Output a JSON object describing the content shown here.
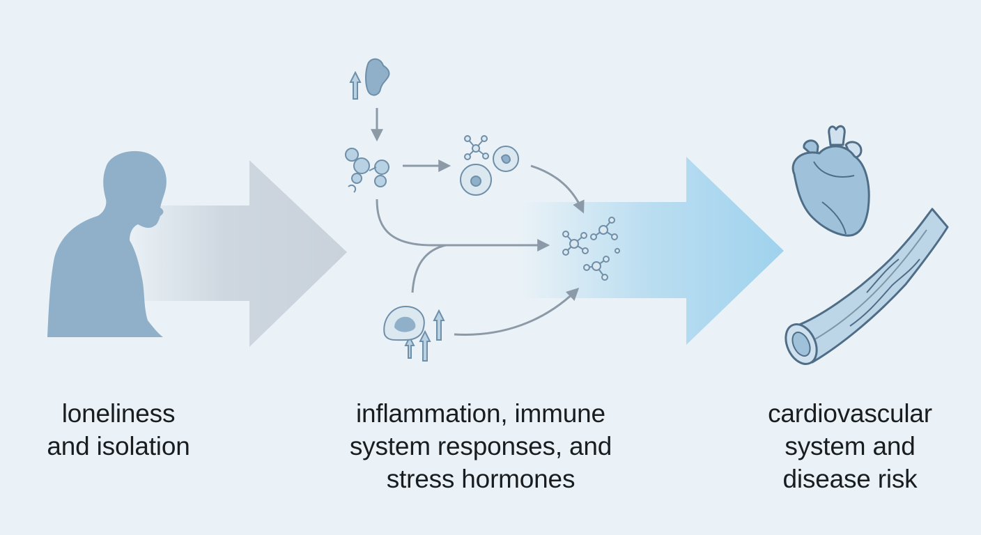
{
  "captions": {
    "left": [
      "loneliness",
      "and isolation"
    ],
    "middle": [
      "inflammation, immune",
      "system responses, and",
      "stress hormones"
    ],
    "right": [
      "cardiovascular",
      "system and",
      "disease risk"
    ]
  },
  "icons": [
    "person-silhouette-icon",
    "large-arrow-icon",
    "up-arrow-icon",
    "cell-icon",
    "molecule-icon",
    "heart-icon",
    "blood-vessel-icon"
  ],
  "colors": {
    "background": "#eaf2f7",
    "figure": "#8fb0c8",
    "outline": "#7f96a8",
    "arrow_gray": "#c9d2db",
    "arrow_blue": "#a9d6ee",
    "text": "#1a1d20"
  }
}
